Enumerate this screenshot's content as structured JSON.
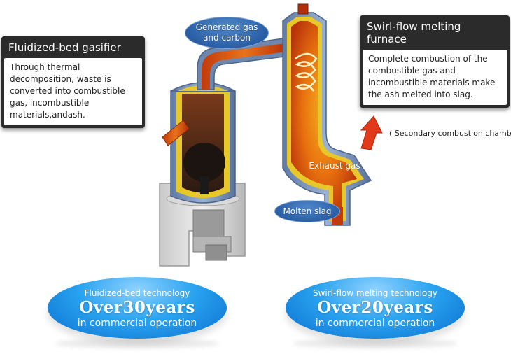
{
  "gasifier": {
    "title": "Fluidized-bed gasifier",
    "description": "Through thermal decomposition, waste is converted into combustible gas, incombustible materials,andash."
  },
  "melting_furnace": {
    "title": "Swirl-flow melting furnace",
    "description": "Complete combustion of the combustible gas and incombustible materials make the ash melted into slag."
  },
  "labels": {
    "generated_gas_line1": "Generated gas",
    "generated_gas_line2": "and carbon",
    "exhaust_gas": "Exhaust gas",
    "molten_slag": "Molten slag",
    "secondary_chamber": "( Secondary combustion chamber )"
  },
  "badges": {
    "fluidized": {
      "heading": "Fluidized-bed technology",
      "highlight": "Over30years",
      "footer": "in commercial operation"
    },
    "swirl": {
      "heading": "Swirl-flow melting technology",
      "highlight": "Over20years",
      "footer": "in commercial operation"
    }
  },
  "colors": {
    "callout_header": "#2b2b2b",
    "pill_blue": "#2a5fa6",
    "badge_blue": "#1e90e8",
    "furnace_fire": "#e8640f",
    "refractory_yellow": "#e8c72a",
    "steel_shell": "#7b93b8",
    "arrow_red": "#e03a1a"
  }
}
